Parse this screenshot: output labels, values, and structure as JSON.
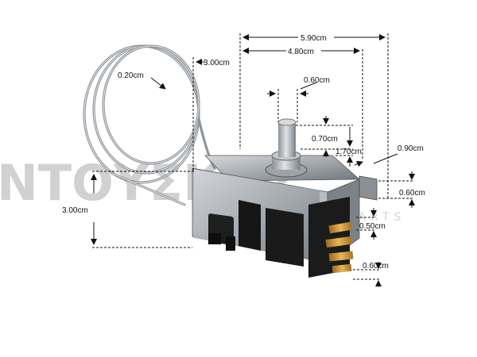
{
  "watermark": {
    "brand": "ΝΤΟΥΣΚΗΣ",
    "tagline": "SPARE PARTS"
  },
  "dimensions": {
    "overall_width": "5.90cm",
    "body_width": "4.80cm",
    "capillary_to_body": "3.00cm",
    "capillary_diameter": "0.20cm",
    "shaft_diameter": "0.60cm",
    "shaft_height": "0.70cm",
    "shaft_total_height": "1.70cm",
    "bracket_offset": "0.90cm",
    "bracket_thickness": "0.60cm",
    "capillary_height": "3.00cm",
    "terminal_offset": "0.50cm",
    "terminal_width": "0.60cm"
  },
  "colors": {
    "background": "#ffffff",
    "metal": "#9ea3a8",
    "dark": "#1a1a1a",
    "copper": "#c8902e"
  }
}
